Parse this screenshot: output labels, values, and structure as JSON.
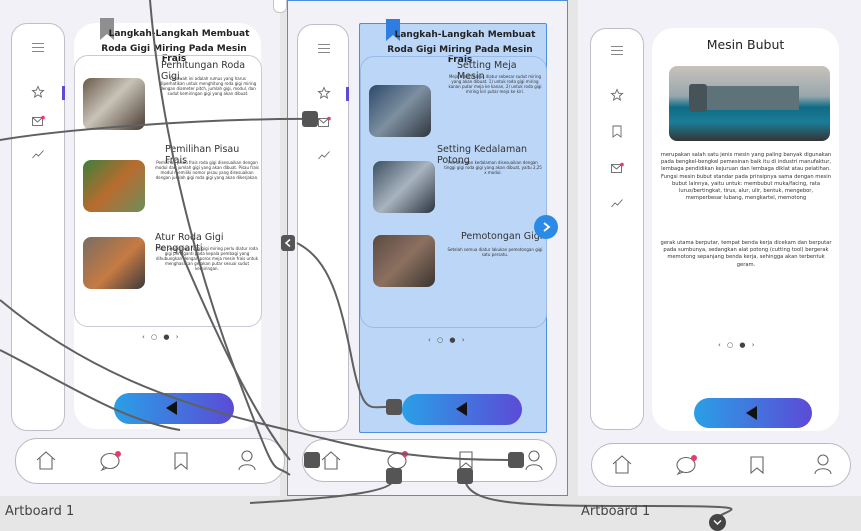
{
  "artboards": [
    {
      "label": "Artboard 1"
    },
    {
      "label": "Artboard 1"
    }
  ],
  "screen1": {
    "title_line1": "Langkah-Langkah Membuat",
    "title_line2": "Roda Gigi Miring Pada Mesin Frais",
    "items": [
      {
        "heading": "Perhitungan Roda Gigi",
        "text": "Dibawah ini adalah rumus yang harus diperhatikan untuk menghitung roda gigi miring dengan diameter pitch, jumlah gigi, modul, dan sudut kemiringan gigi yang akan dibuat."
      },
      {
        "heading": "Pemilihan Pisau Frais",
        "text": "Pemilihan pisau frais roda gigi disesuaikan dengan modul dan jumlah gigi yang akan dibuat. Pisau frais modul memiliki nomor pisau yang disesuaikan dengan jumlah gigi roda gigi yang akan dikerjakan."
      },
      {
        "heading": "Atur Roda Gigi Pengganti",
        "text": "Pada pengerjaan roda gigi miring perlu diatur roda gigi pengganti pada kepala pembagi yang dihubungkan dengan poros meja mesin frais untuk menghasilkan gerakan putar sesuai sudut kemiringan."
      }
    ],
    "dots": "‹  ○ ●  ›"
  },
  "screen2": {
    "title_line1": "Langkah-Langkah Membuat",
    "title_line2": "Roda Gigi Miring Pada Mesin Frais",
    "items": [
      {
        "heading": "Setting Meja Mesin",
        "text": "Meja mesin harus diatur sebesar sudut miring yang akan dibuat. 1) untuk roda gigi miring kanan putar meja ke kanan, 2) untuk roda gigi miring kiri putar meja ke kiri."
      },
      {
        "heading": "Setting Kedalaman Potong",
        "text": "Pemotongan kedalaman disesuaikan dengan tinggi gigi roda gigi yang akan dibuat, yaitu 2,25 x modul."
      },
      {
        "heading": "Pemotongan Gigi",
        "text": "Setelah semua diatur lakukan pemotongan gigi satu persatu."
      }
    ],
    "dots": "‹  ○ ●  ›"
  },
  "screen3": {
    "title": "Mesin Bubut",
    "paragraph1": "merupakan salah satu jenis mesin yang paling banyak digunakan pada bengkel-bengkel pemesinan baik itu di industri manufaktur, lembaga pendidikan kejuruan dan lembaga diklat atau pelatihan. Fungsi mesin bubut standar pada prinsipnya sama dengan mesin bubut lainnya, yaitu untuk: membubut muka/facing, rata lurus/bertingkat, tirus, alur, ulir, bentuk, mengebor, memperbesar lubang, mengkartel, memotong",
    "paragraph2": "gerak utama berputar, tempat benda kerja dicekam dan berputar pada sumbunya, sedangkan alat potong (cutting tool) bergerak memotong sepanjang benda kerja, sehingga akan terbentuk geram.",
    "dots": "‹  ○ ●  ›"
  },
  "colors": {
    "accent_start": "#2a9fe6",
    "accent_end": "#5b4bd6",
    "selection": "#4a8fe0",
    "badge": "#e83a6b"
  },
  "icons": [
    "menu-icon",
    "star-icon",
    "mail-icon",
    "chart-icon",
    "bookmark-icon",
    "home-icon",
    "chat-icon",
    "user-icon",
    "back-icon",
    "chevron-right-icon"
  ]
}
